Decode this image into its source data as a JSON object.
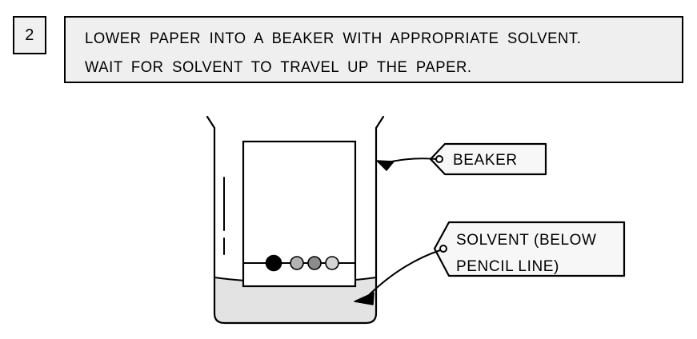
{
  "step": {
    "number": "2",
    "instruction_lines": [
      "LOWER   PAPER INTO A BEAKER  WITH  APPROPRIATE   SOLVENT.",
      "WAIT  FOR  SOLVENT TO  TRAVEL  UP THE  PAPER."
    ]
  },
  "diagram": {
    "title": "paper-chromatography-beaker-setup",
    "labels": {
      "beaker": {
        "lines": [
          "BEAKER"
        ]
      },
      "solvent": {
        "lines": [
          "SOLVENT  (BELOW",
          "PENCIL  LINE)"
        ]
      }
    },
    "spots": [
      {
        "name": "spot-1-black",
        "fill": "#000000",
        "r": 9.5
      },
      {
        "name": "spot-2-gray",
        "fill": "#b3b3b3",
        "r": 8
      },
      {
        "name": "spot-3-dark-gray",
        "fill": "#8c8c8c",
        "r": 8
      },
      {
        "name": "spot-4-light-gray",
        "fill": "#d4d4d4",
        "r": 8
      }
    ]
  },
  "colors": {
    "box_fill": "#efefef",
    "solvent_fill": "#e3e3e3",
    "tag_fill": "#f7f7f7",
    "stroke": "#000000",
    "page_background": "#ffffff"
  }
}
